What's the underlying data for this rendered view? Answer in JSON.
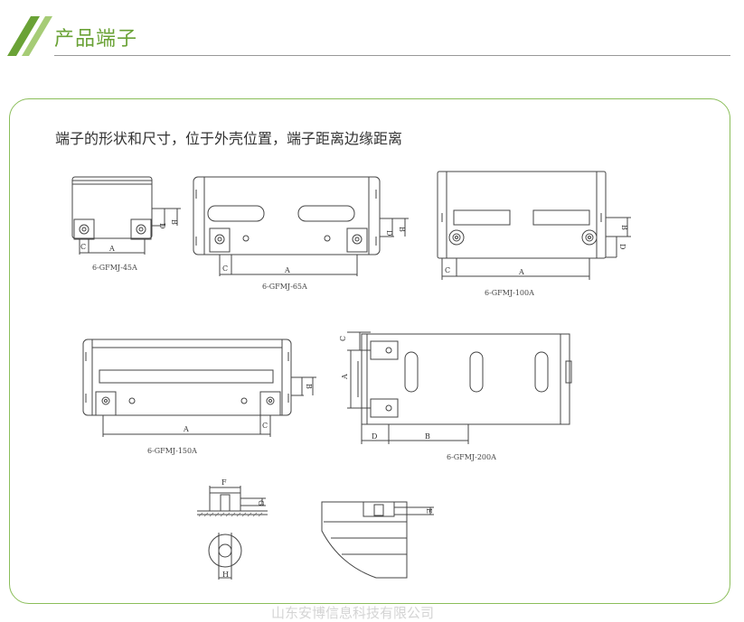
{
  "header": {
    "title": "产品端子"
  },
  "panel": {
    "description": "端子的形状和尺寸，位于外壳位置，端子距离边缘距离"
  },
  "diagrams": {
    "m45": {
      "caption": "6-GFMJ-45A",
      "label_a": "A",
      "label_b": "B",
      "label_c": "C",
      "label_d": "D"
    },
    "m65": {
      "caption": "6-GFMJ-65A",
      "label_a": "A",
      "label_b": "B",
      "label_c": "C",
      "label_d": "D"
    },
    "m100": {
      "caption": "6-GFMJ-100A",
      "label_a": "A",
      "label_b": "B",
      "label_c": "C",
      "label_d": "D"
    },
    "m150": {
      "caption": "6-GFMJ-150A",
      "label_a": "A",
      "label_b": "B",
      "label_c": "C"
    },
    "m200": {
      "caption": "6-GFMJ-200A",
      "label_a": "A",
      "label_b": "B",
      "label_c": "C",
      "label_d": "D"
    },
    "detail1": {
      "label_f": "F",
      "label_g": "G",
      "label_h": "H"
    },
    "detail2": {
      "label_e": "E"
    }
  },
  "footer": {
    "watermark": "山东安博信息科技有限公司"
  },
  "colors": {
    "accent": "#6aa236",
    "border": "#8bbe5a"
  }
}
